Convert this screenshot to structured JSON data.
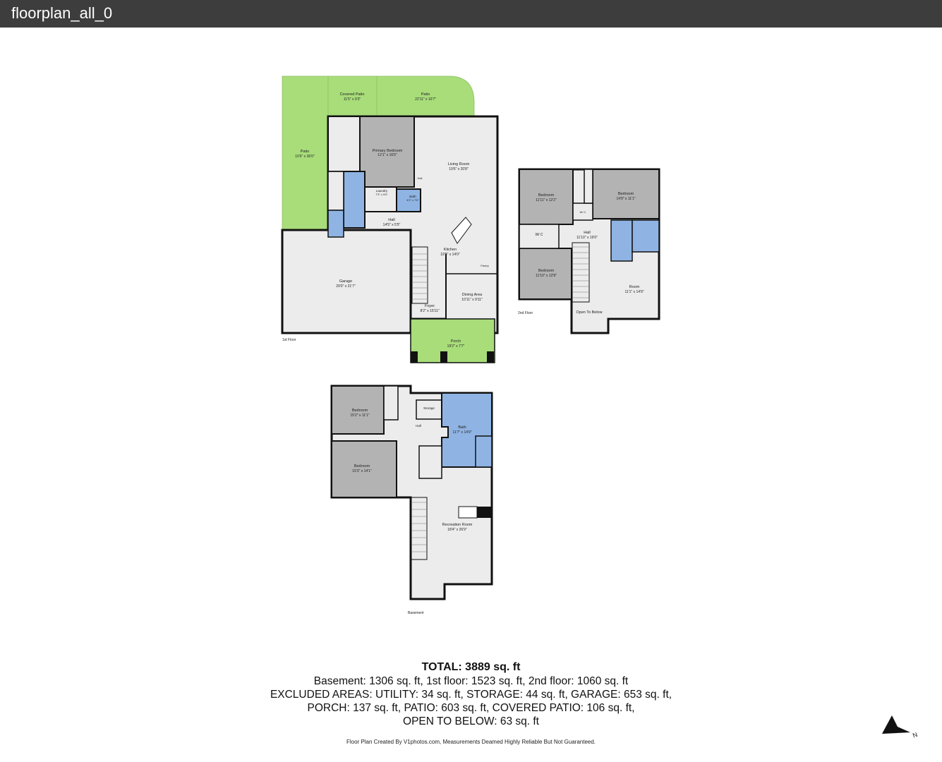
{
  "window": {
    "title": "floorplan_all_0"
  },
  "floors": {
    "first": {
      "label": "1st Floor",
      "rooms": [
        {
          "name": "Patio",
          "dims": "10'6\" x 36'0\""
        },
        {
          "name": "Covered Patio",
          "dims": "11'5\" x 9'3\""
        },
        {
          "name": "Patio",
          "dims": "22'11\" x 10'7\""
        },
        {
          "name": "Primary Bedroom",
          "dims": "12'1\" x 16'6\""
        },
        {
          "name": "Living Room",
          "dims": "19'6\" x 20'8\""
        },
        {
          "name": "Laundry",
          "dims": "7'3\" x 5'0\""
        },
        {
          "name": "Bath",
          "dims": "4'3\" x 7'6\""
        },
        {
          "name": "Hall",
          "dims": "14'5\" x 5'5\""
        },
        {
          "name": "Kitchen",
          "dims": "19'8\" x 14'0\""
        },
        {
          "name": "Garage",
          "dims": "29'0\" x 21'7\""
        },
        {
          "name": "Dining Area",
          "dims": "10'11\" x 9'11\""
        },
        {
          "name": "Foyer",
          "dims": "8'2\" x 15'11\""
        },
        {
          "name": "Porch",
          "dims": "19'2\" x 7'7\""
        },
        {
          "name": "Pantry",
          "dims": ""
        },
        {
          "name": "Hall",
          "dims": ""
        }
      ]
    },
    "second": {
      "label": "2nd Floor",
      "rooms": [
        {
          "name": "Bedroom",
          "dims": "11'11\" x 12'2\""
        },
        {
          "name": "Bedroom",
          "dims": "14'9\" x 11'1\""
        },
        {
          "name": "W/ C",
          "dims": ""
        },
        {
          "name": "Hall",
          "dims": "11'10\" x 19'0\""
        },
        {
          "name": "W/ C",
          "dims": ""
        },
        {
          "name": "Bedroom",
          "dims": "11'10\" x 12'8\""
        },
        {
          "name": "Room",
          "dims": "11'1\" x 14'9\""
        },
        {
          "name": "Open To Below",
          "dims": ""
        }
      ]
    },
    "basement": {
      "label": "Basement",
      "rooms": [
        {
          "name": "Bedroom",
          "dims": "15'2\" x 11'1\""
        },
        {
          "name": "Storage",
          "dims": ""
        },
        {
          "name": "Hall",
          "dims": ""
        },
        {
          "name": "Bath",
          "dims": "11'7\" x 14'9\""
        },
        {
          "name": "Bedroom",
          "dims": "15'3\" x 14'1\""
        },
        {
          "name": "Recreation Room",
          "dims": "18'4\" x 26'9\""
        }
      ]
    }
  },
  "summary": {
    "total": "TOTAL: 3889 sq. ft",
    "lines": [
      "Basement: 1306 sq. ft, 1st floor: 1523 sq. ft, 2nd floor: 1060 sq. ft",
      "EXCLUDED AREAS: UTILITY: 34 sq. ft, STORAGE: 44 sq. ft, GARAGE: 653 sq. ft,",
      "PORCH: 137 sq. ft, PATIO: 603 sq. ft, COVERED PATIO: 106 sq. ft,",
      "OPEN TO BELOW: 63 sq. ft"
    ]
  },
  "credit": "Floor Plan Created By V1photos.com, Measurements Deamed Highly Reliable But Not Guaranteed.",
  "compass": {
    "label": "N",
    "icon": "north-arrow-icon"
  },
  "colors": {
    "bedroom": "#b3b3b3",
    "bath": "#8fb4e3",
    "patio": "#a8dd7a",
    "floor": "#ececec",
    "wall": "#111111",
    "titlebar": "#3d3d3d"
  }
}
